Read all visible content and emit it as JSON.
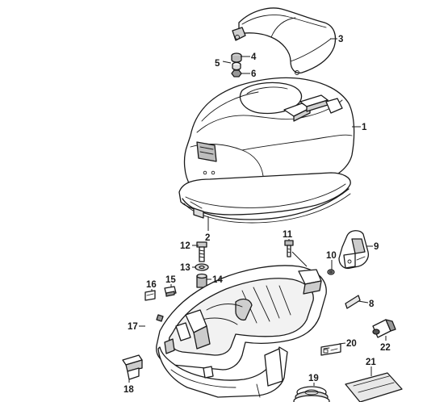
{
  "colors": {
    "ink": "#1a1a1a",
    "part_fill": "#ffffff",
    "shade_light": "#dcdcdc",
    "shade_mid": "#a8a8a8",
    "shade_dark": "#555555"
  },
  "callouts": [
    {
      "id": "1",
      "label": "1",
      "part": "top-cowling"
    },
    {
      "id": "2",
      "label": "2",
      "part": "cowling-seal"
    },
    {
      "id": "3",
      "label": "3",
      "part": "air-intake-cover"
    },
    {
      "id": "4",
      "label": "4",
      "part": "grommet"
    },
    {
      "id": "5",
      "label": "5",
      "part": "collar"
    },
    {
      "id": "6",
      "label": "6",
      "part": "nut"
    },
    {
      "id": "8",
      "label": "8",
      "part": "pad"
    },
    {
      "id": "9",
      "label": "9",
      "part": "cowling-lock-lever"
    },
    {
      "id": "10",
      "label": "10",
      "part": "bushing"
    },
    {
      "id": "11",
      "label": "11",
      "part": "bolt"
    },
    {
      "id": "12",
      "label": "12",
      "part": "bolt"
    },
    {
      "id": "13",
      "label": "13",
      "part": "washer"
    },
    {
      "id": "14",
      "label": "14",
      "part": "collar"
    },
    {
      "id": "15",
      "label": "15",
      "part": "clip"
    },
    {
      "id": "16",
      "label": "16",
      "part": "clip"
    },
    {
      "id": "17",
      "label": "17",
      "part": "hose"
    },
    {
      "id": "18",
      "label": "18",
      "part": "grommet"
    },
    {
      "id": "19",
      "label": "19",
      "part": "bellows-grommet"
    },
    {
      "id": "20",
      "label": "20",
      "part": "label"
    },
    {
      "id": "21",
      "label": "21",
      "part": "decal"
    },
    {
      "id": "22",
      "label": "22",
      "part": "plug"
    }
  ]
}
